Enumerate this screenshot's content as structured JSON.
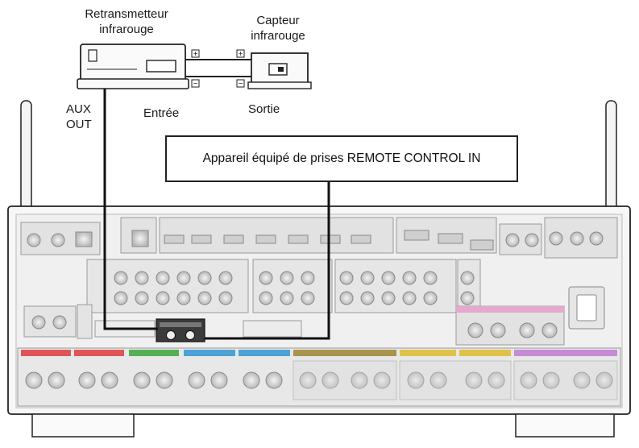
{
  "labels": {
    "ir_retransmitter": "Retransmetteur\ninfrarouge",
    "ir_sensor": "Capteur\ninfrarouge",
    "aux_out": "AUX\nOUT",
    "input": "Entrée",
    "output": "Sortie",
    "remote_device": "Appareil équipé de prises REMOTE CONTROL IN",
    "plus": "+",
    "minus": "−"
  },
  "colors": {
    "line": "#222222",
    "panel_fill": "#e4e4e4",
    "panel_stroke": "#9a9a9a",
    "jack_fill": "#cfcfcf",
    "front": "#e05555",
    "center": "#55b055",
    "surround": "#4ea3d6",
    "surround_back": "#a8944d",
    "height": "#e0c24a",
    "purple": "#c58bd6"
  }
}
